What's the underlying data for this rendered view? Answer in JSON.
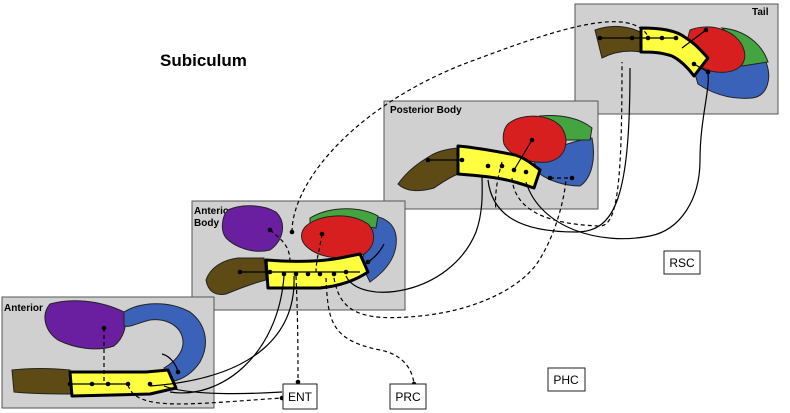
{
  "title": "Subiculum",
  "panels": {
    "anterior": "Anterior",
    "anterior_body": [
      "Anterior",
      "Body"
    ],
    "posterior_body": "Posterior Body",
    "tail": "Tail"
  },
  "regions": {
    "ent": "ENT",
    "prc": "PRC",
    "phc": "PHC",
    "rsc": "RSC"
  },
  "colors": {
    "panel": "#d0d0d0",
    "subiculum": "#ffff3f",
    "brown": "#5e4a15",
    "purple": "#6a1fa0",
    "blue": "#3a62b8",
    "red": "#d81f1f",
    "green": "#44a540"
  }
}
